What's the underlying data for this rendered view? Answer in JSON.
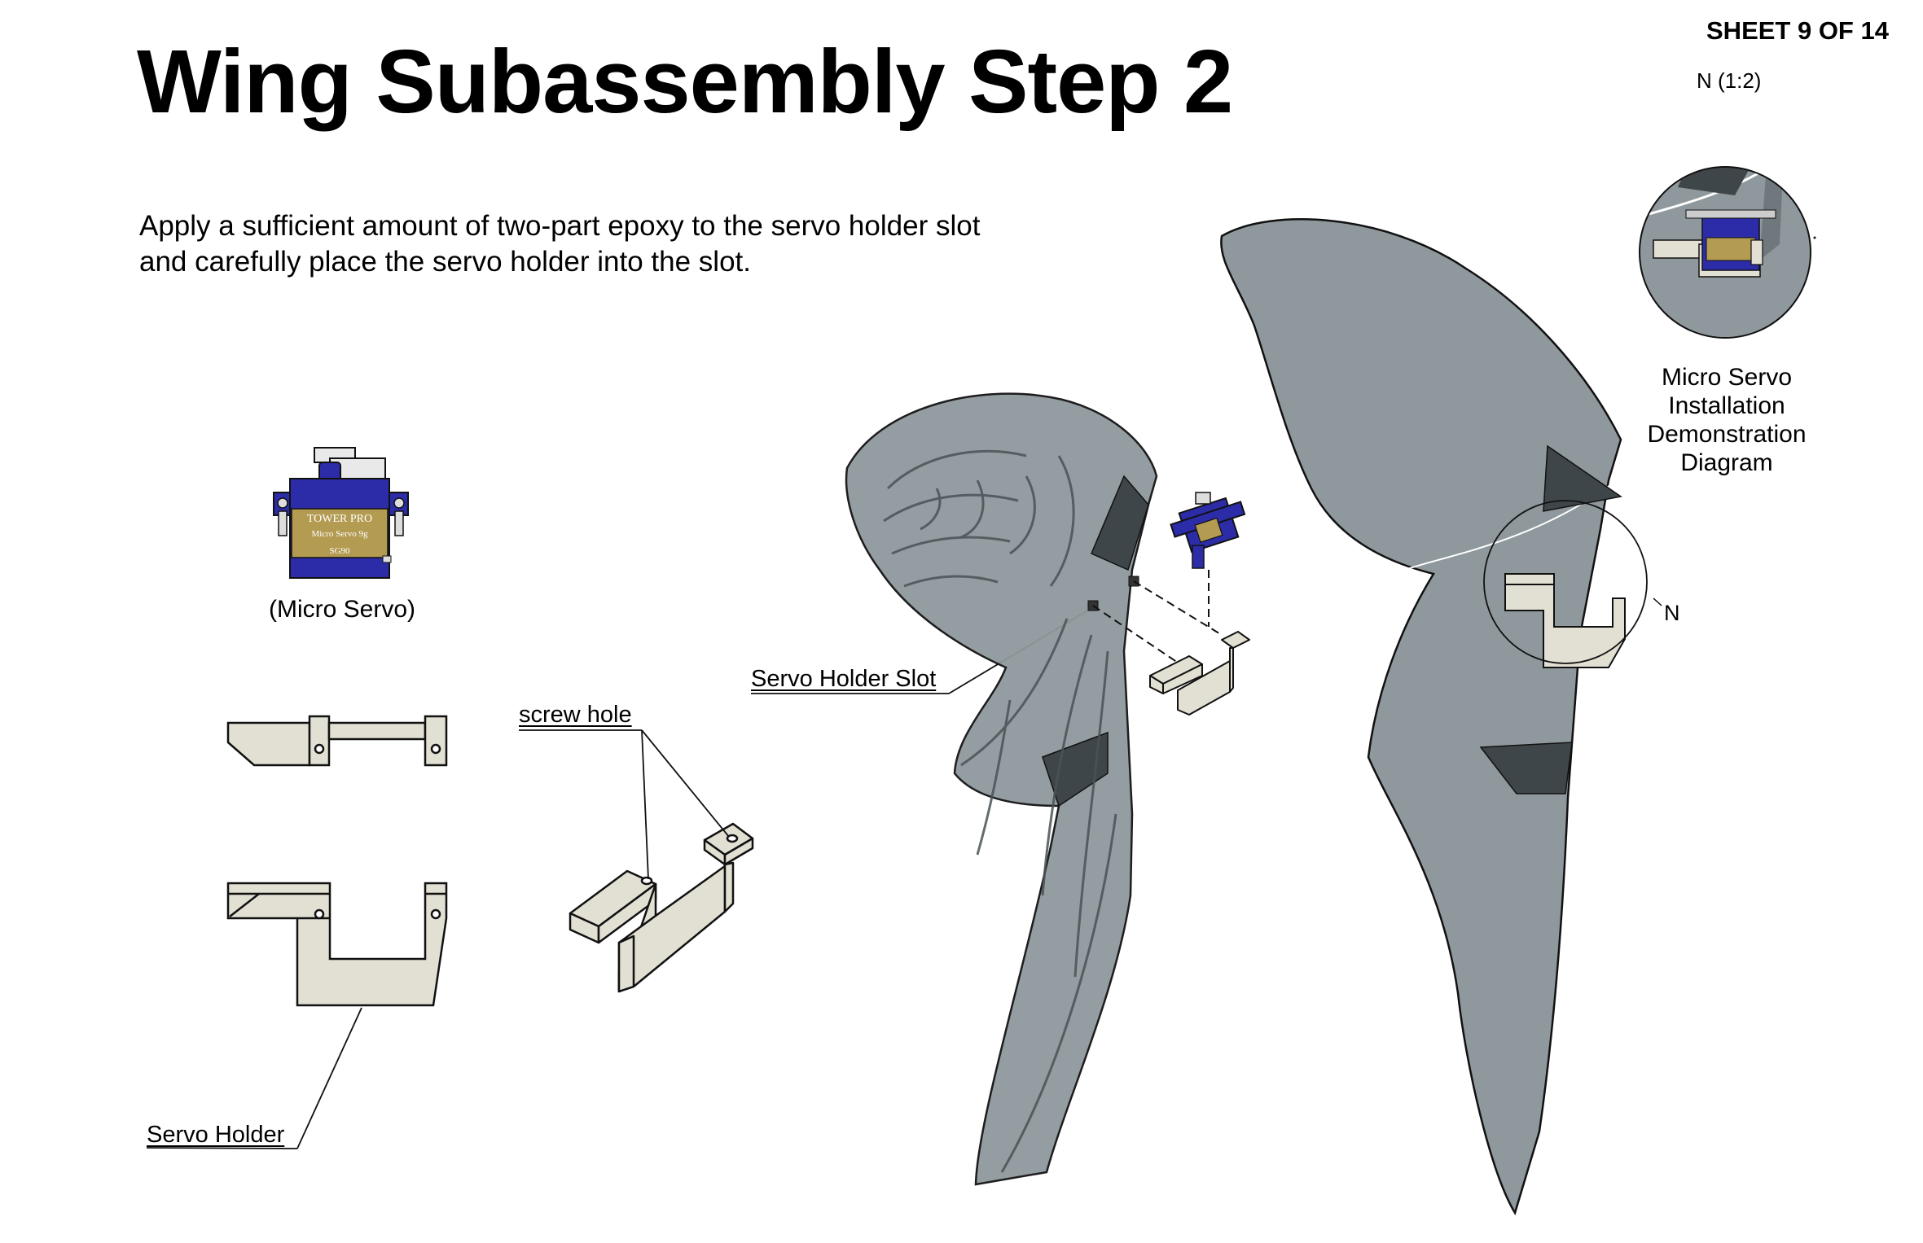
{
  "header": {
    "title": "Wing Subassembly Step 2",
    "sheet": "SHEET 9 OF 14",
    "detail_scale": "N (1:2)"
  },
  "instructions": {
    "line1": "Apply a sufficient amount of two-part epoxy to the servo holder slot",
    "line2": "and carefully place the servo holder into the slot."
  },
  "parts": {
    "micro_servo_caption": "(Micro Servo)",
    "servo_brand": "TOWER PRO",
    "servo_model": "Micro Servo 9g",
    "servo_code": "SG90"
  },
  "callouts": {
    "servo_holder_slot": "Servo Holder Slot",
    "screw_hole": "screw hole",
    "servo_holder": "Servo Holder",
    "detail_marker": "N"
  },
  "detail": {
    "caption": "Micro Servo Installation Demonstration Diagram"
  },
  "colors": {
    "wing_fill": "#8f989c",
    "wing_dark": "#3f4649",
    "servo_blue": "#2c2ca8",
    "servo_label": "#b39b52",
    "holder_fill": "#e2dfd3",
    "line": "#111111"
  }
}
